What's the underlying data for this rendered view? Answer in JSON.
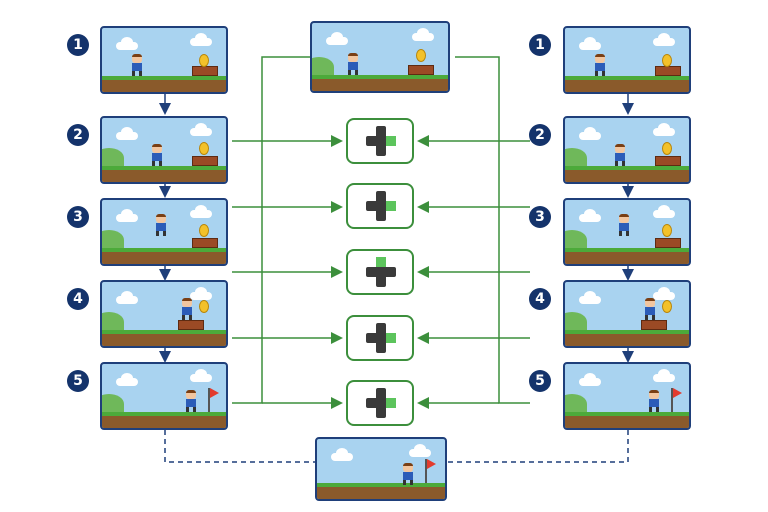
{
  "steps": [
    "1",
    "2",
    "3",
    "4",
    "5"
  ],
  "colors": {
    "frame_border": "#1f3f7a",
    "badge": "#14336b",
    "connector_green": "#3c8f3c",
    "connector_blue": "#1f3f7a",
    "dpad_highlight": "#5cc45c",
    "sky": "#a9d3f0",
    "ground": "#8a5a2b",
    "grass": "#4caa3a",
    "coin": "#f3c12a",
    "block": "#9b4a25",
    "flag": "#e33b2e"
  },
  "dpads": [
    {
      "pressed": "right-icon"
    },
    {
      "pressed": "right-icon"
    },
    {
      "pressed": "up-icon"
    },
    {
      "pressed": "right-icon"
    },
    {
      "pressed": "right-icon"
    }
  ],
  "icons": {
    "dpad": "dpad-icon",
    "coin": "coin-icon",
    "flag": "goal-flag-icon",
    "character": "player-character-icon",
    "cloud": "cloud-icon"
  }
}
